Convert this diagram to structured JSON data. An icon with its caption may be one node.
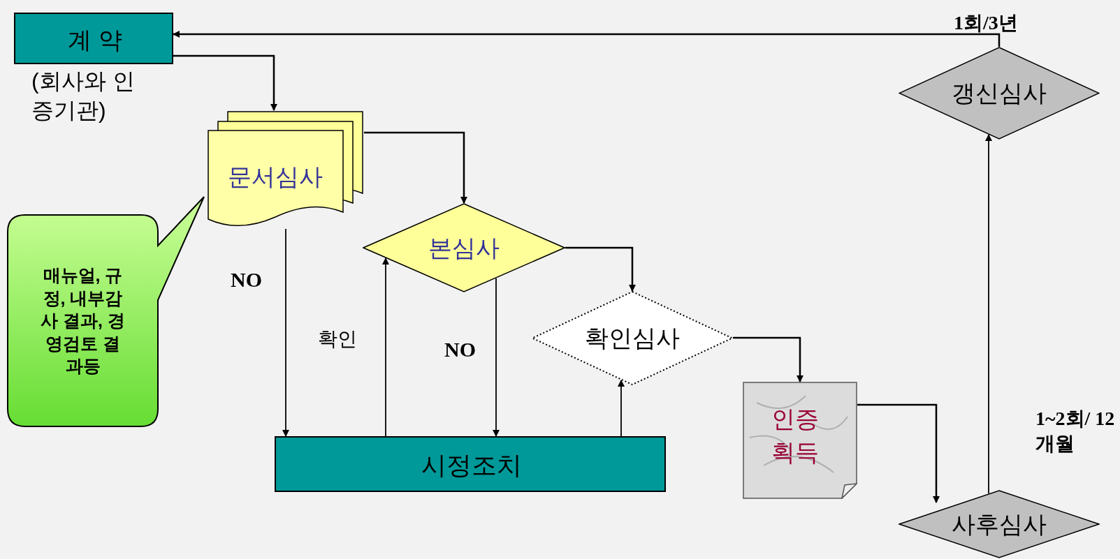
{
  "diagram": {
    "nodes": [
      {
        "text": [
          "계 약"
        ],
        "beside": [
          "(회사와 인증기관)"
        ]
      },
      {
        "text": [
          "문서심사"
        ]
      },
      {
        "text": [
          "매뉴얼, 규정, 내부감사 결과, 경영검토 결과등"
        ]
      },
      {
        "text": [
          "본심사"
        ]
      },
      {
        "text": [
          "확인심사"
        ]
      },
      {
        "text": [
          "시정조치"
        ]
      },
      {
        "text": [
          "인증 획득"
        ]
      },
      {
        "text": [
          "사후심사"
        ]
      },
      {
        "text": [
          "갱신심사"
        ]
      }
    ],
    "edges": [
      {
        "from": 0,
        "to": 1,
        "arrow": "to"
      },
      {
        "from": 1,
        "to": 3,
        "arrow": "to"
      },
      {
        "from": 3,
        "to": 4,
        "arrow": "to"
      },
      {
        "from": 4,
        "to": 6,
        "arrow": "to"
      },
      {
        "from": 6,
        "to": 7,
        "arrow": "to"
      },
      {
        "from": 7,
        "to": 8,
        "arrow": "to",
        "label": "1~2회/ 12개월"
      },
      {
        "from": 8,
        "to": 0,
        "arrow": "to",
        "label": "1회/3년"
      },
      {
        "from": 1,
        "to": 5,
        "arrow": "to",
        "label": "NO"
      },
      {
        "from": 5,
        "to": 3,
        "arrow": "to",
        "label": "확인"
      },
      {
        "from": 3,
        "to": 5,
        "arrow": "to",
        "label": "NO"
      },
      {
        "from": 5,
        "to": 4,
        "arrow": "to"
      }
    ]
  }
}
